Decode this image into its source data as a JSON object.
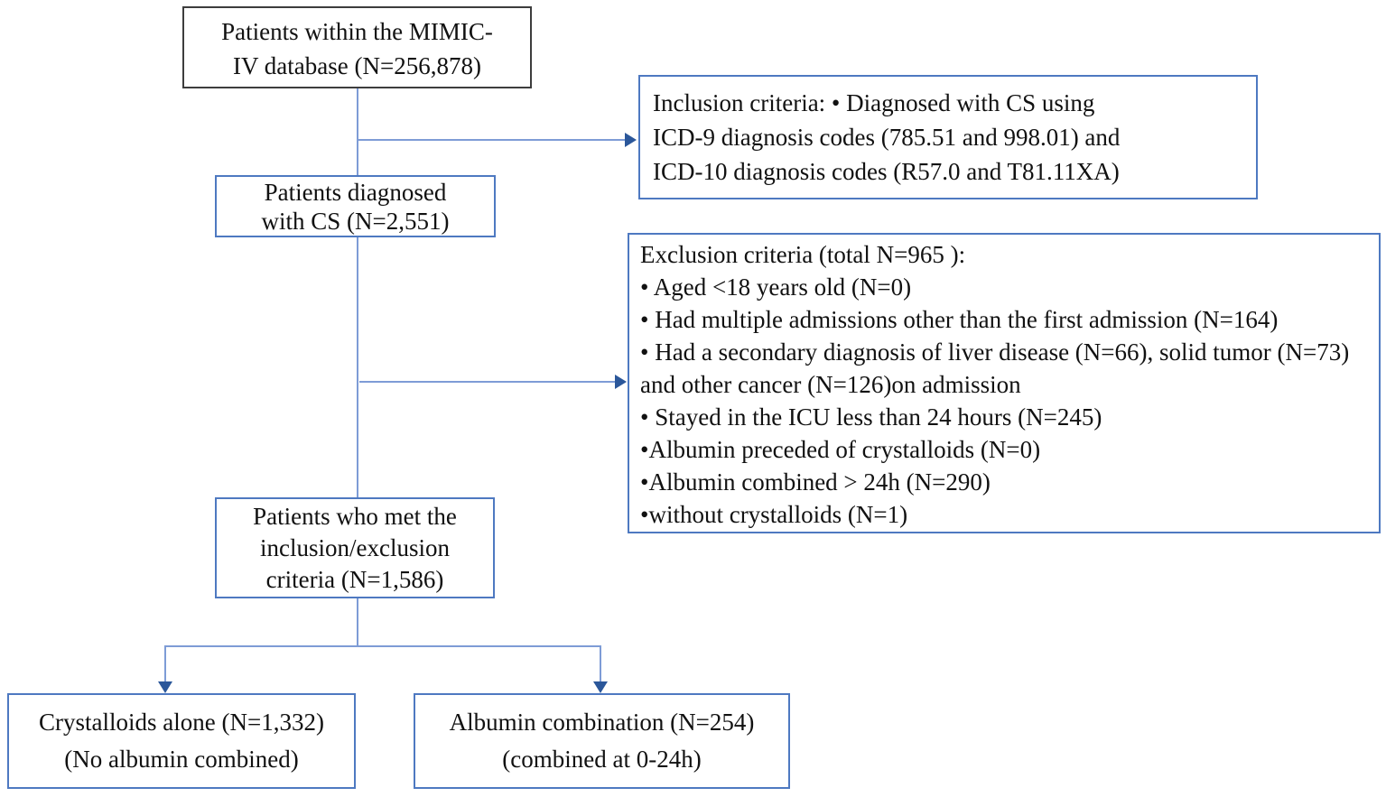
{
  "colors": {
    "box-border": "#4e79c1",
    "top-box-border": "#3d3d3d",
    "connector": "#7e9cd6",
    "arrow": "#2b579a",
    "text": "#111111",
    "background": "#ffffff"
  },
  "flowchart": {
    "mimic_box": {
      "lines": [
        "Patients within the MIMIC-",
        "IV database (N=256,878)"
      ]
    },
    "inclusion_box": {
      "lines": [
        "Inclusion criteria: • Diagnosed with CS using",
        "ICD-9 diagnosis codes (785.51 and 998.01) and",
        "ICD-10 diagnosis codes (R57.0 and T81.11XA)"
      ]
    },
    "diagnosed_box": {
      "lines": [
        "Patients diagnosed",
        "with CS (N=2,551)"
      ]
    },
    "exclusion_box": {
      "title": "Exclusion criteria (total N=965 ):",
      "items": [
        "• Aged <18 years old (N=0)",
        "• Had multiple admissions other than the first admission (N=164)",
        "• Had a secondary diagnosis of liver disease (N=66), solid tumor (N=73) and other cancer (N=126)on admission",
        "• Stayed in the ICU less than 24 hours (N=245)",
        "•Albumin preceded of crystalloids (N=0)",
        "•Albumin combined > 24h (N=290)",
        "•without crystalloids (N=1)"
      ]
    },
    "met_box": {
      "lines": [
        "Patients who met the",
        "inclusion/exclusion",
        "criteria (N=1,586)"
      ]
    },
    "crystalloids_box": {
      "lines": [
        "Crystalloids alone (N=1,332)",
        "(No albumin combined)"
      ]
    },
    "albumin_box": {
      "lines": [
        "Albumin combination (N=254)",
        "(combined at 0-24h)"
      ]
    }
  }
}
